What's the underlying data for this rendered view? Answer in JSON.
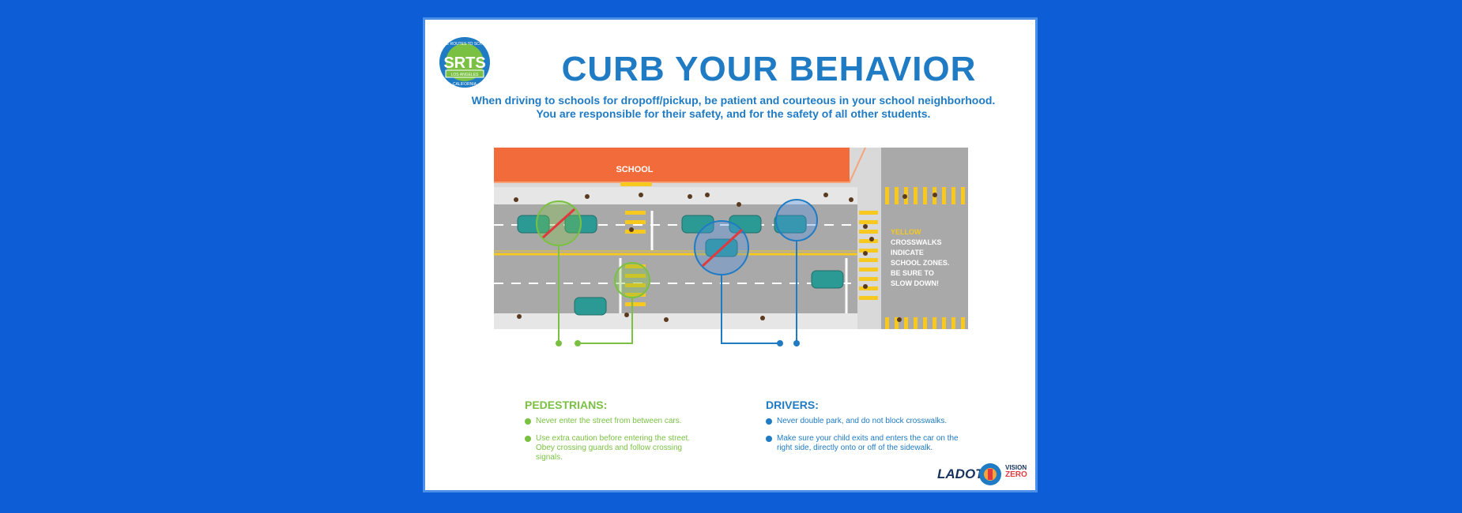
{
  "poster": {
    "title": "CURB YOUR BEHAVIOR",
    "subtitle_line1": "When driving to schools for dropoff/pickup, be patient and courteous in your school neighborhood.",
    "subtitle_line2": "You are responsible for their safety, and for the safety of all other students."
  },
  "logo": {
    "srts_top": "SAFE ROUTES TO SCHOOL",
    "srts_mid": "LOS ANGELES",
    "srts_bottom": "CALIFORNIA"
  },
  "scene": {
    "school_label": "SCHOOL",
    "crosswalk_note_yellow": "YELLOW",
    "crosswalk_note_line1": "CROSSWALKS",
    "crosswalk_note_line2": "INDICATE",
    "crosswalk_note_line3": "SCHOOL ZONES.",
    "crosswalk_note_line4": "BE SURE TO",
    "crosswalk_note_line5": "SLOW DOWN!"
  },
  "pedestrians": {
    "heading": "PEDESTRIANS:",
    "items": [
      "Never enter the street from between cars.",
      "Use extra caution before entering the street. Obey crossing guards and follow crossing signals."
    ]
  },
  "drivers": {
    "heading": "DRIVERS:",
    "items": [
      "Never double park, and do not block crosswalks.",
      "Make sure your child exits and enters the car on the right side, directly onto or off of the sidewalk."
    ]
  },
  "footer": {
    "ladot": "LADOT",
    "vision": "VISION",
    "zero": "ZERO"
  },
  "colors": {
    "background": "#0d5ed6",
    "title_blue": "#1f7bc4",
    "pedestrian_green": "#7ac143",
    "school_orange": "#f26b3a",
    "crosswalk_yellow": "#f7c81e",
    "car_teal": "#2c9a94"
  }
}
